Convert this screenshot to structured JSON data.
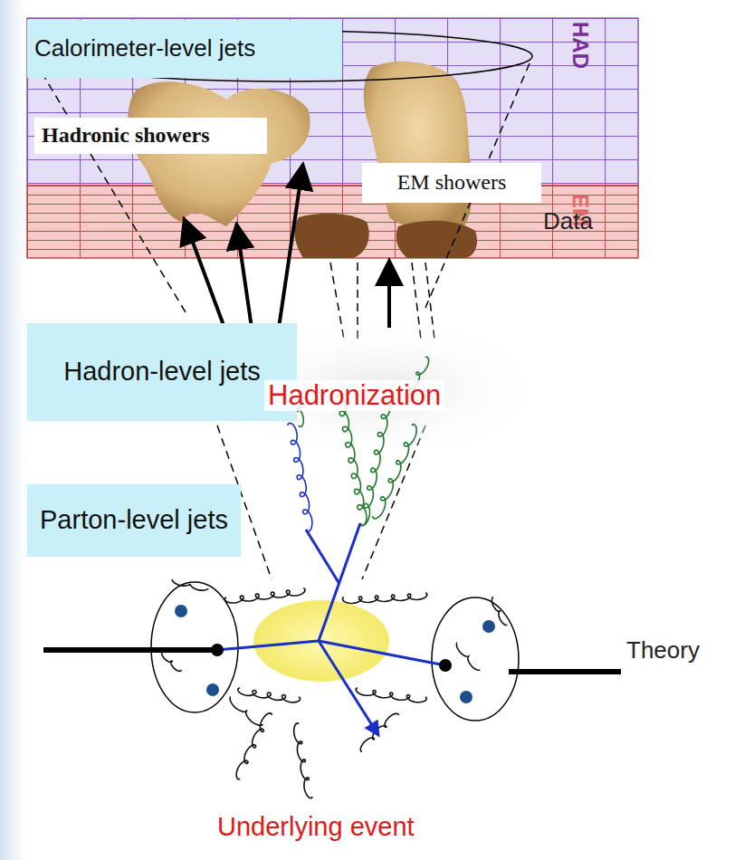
{
  "diagram": {
    "nodes": [
      {
        "text": [
          "Calorimeter-level jets"
        ]
      },
      {
        "text": [
          "Hadronic showers"
        ]
      },
      {
        "text": [
          "EM showers"
        ]
      },
      {
        "text": [
          "Hadron-level jets"
        ]
      },
      {
        "text": [
          "Parton-level jets"
        ]
      }
    ],
    "labels": [
      "HAD",
      "EM",
      "Data",
      "Hadronization",
      "Theory",
      "Underlying event"
    ]
  }
}
